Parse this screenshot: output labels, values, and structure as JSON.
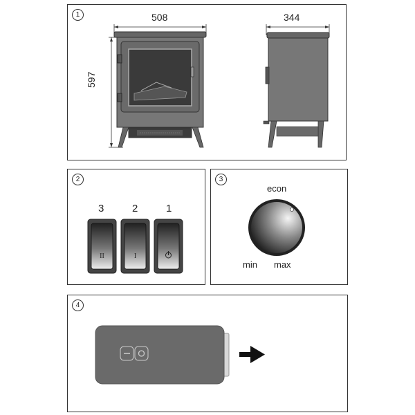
{
  "panel1": {
    "number": "1",
    "width_label": "508",
    "depth_label": "344",
    "height_label": "597"
  },
  "panel2": {
    "number": "2",
    "switches": [
      {
        "label": "3",
        "symbol": "II"
      },
      {
        "label": "2",
        "symbol": "I"
      },
      {
        "label": "1",
        "symbol": "power"
      }
    ]
  },
  "panel3": {
    "number": "3",
    "econ": "econ",
    "min": "min",
    "max": "max"
  },
  "panel4": {
    "number": "4"
  }
}
